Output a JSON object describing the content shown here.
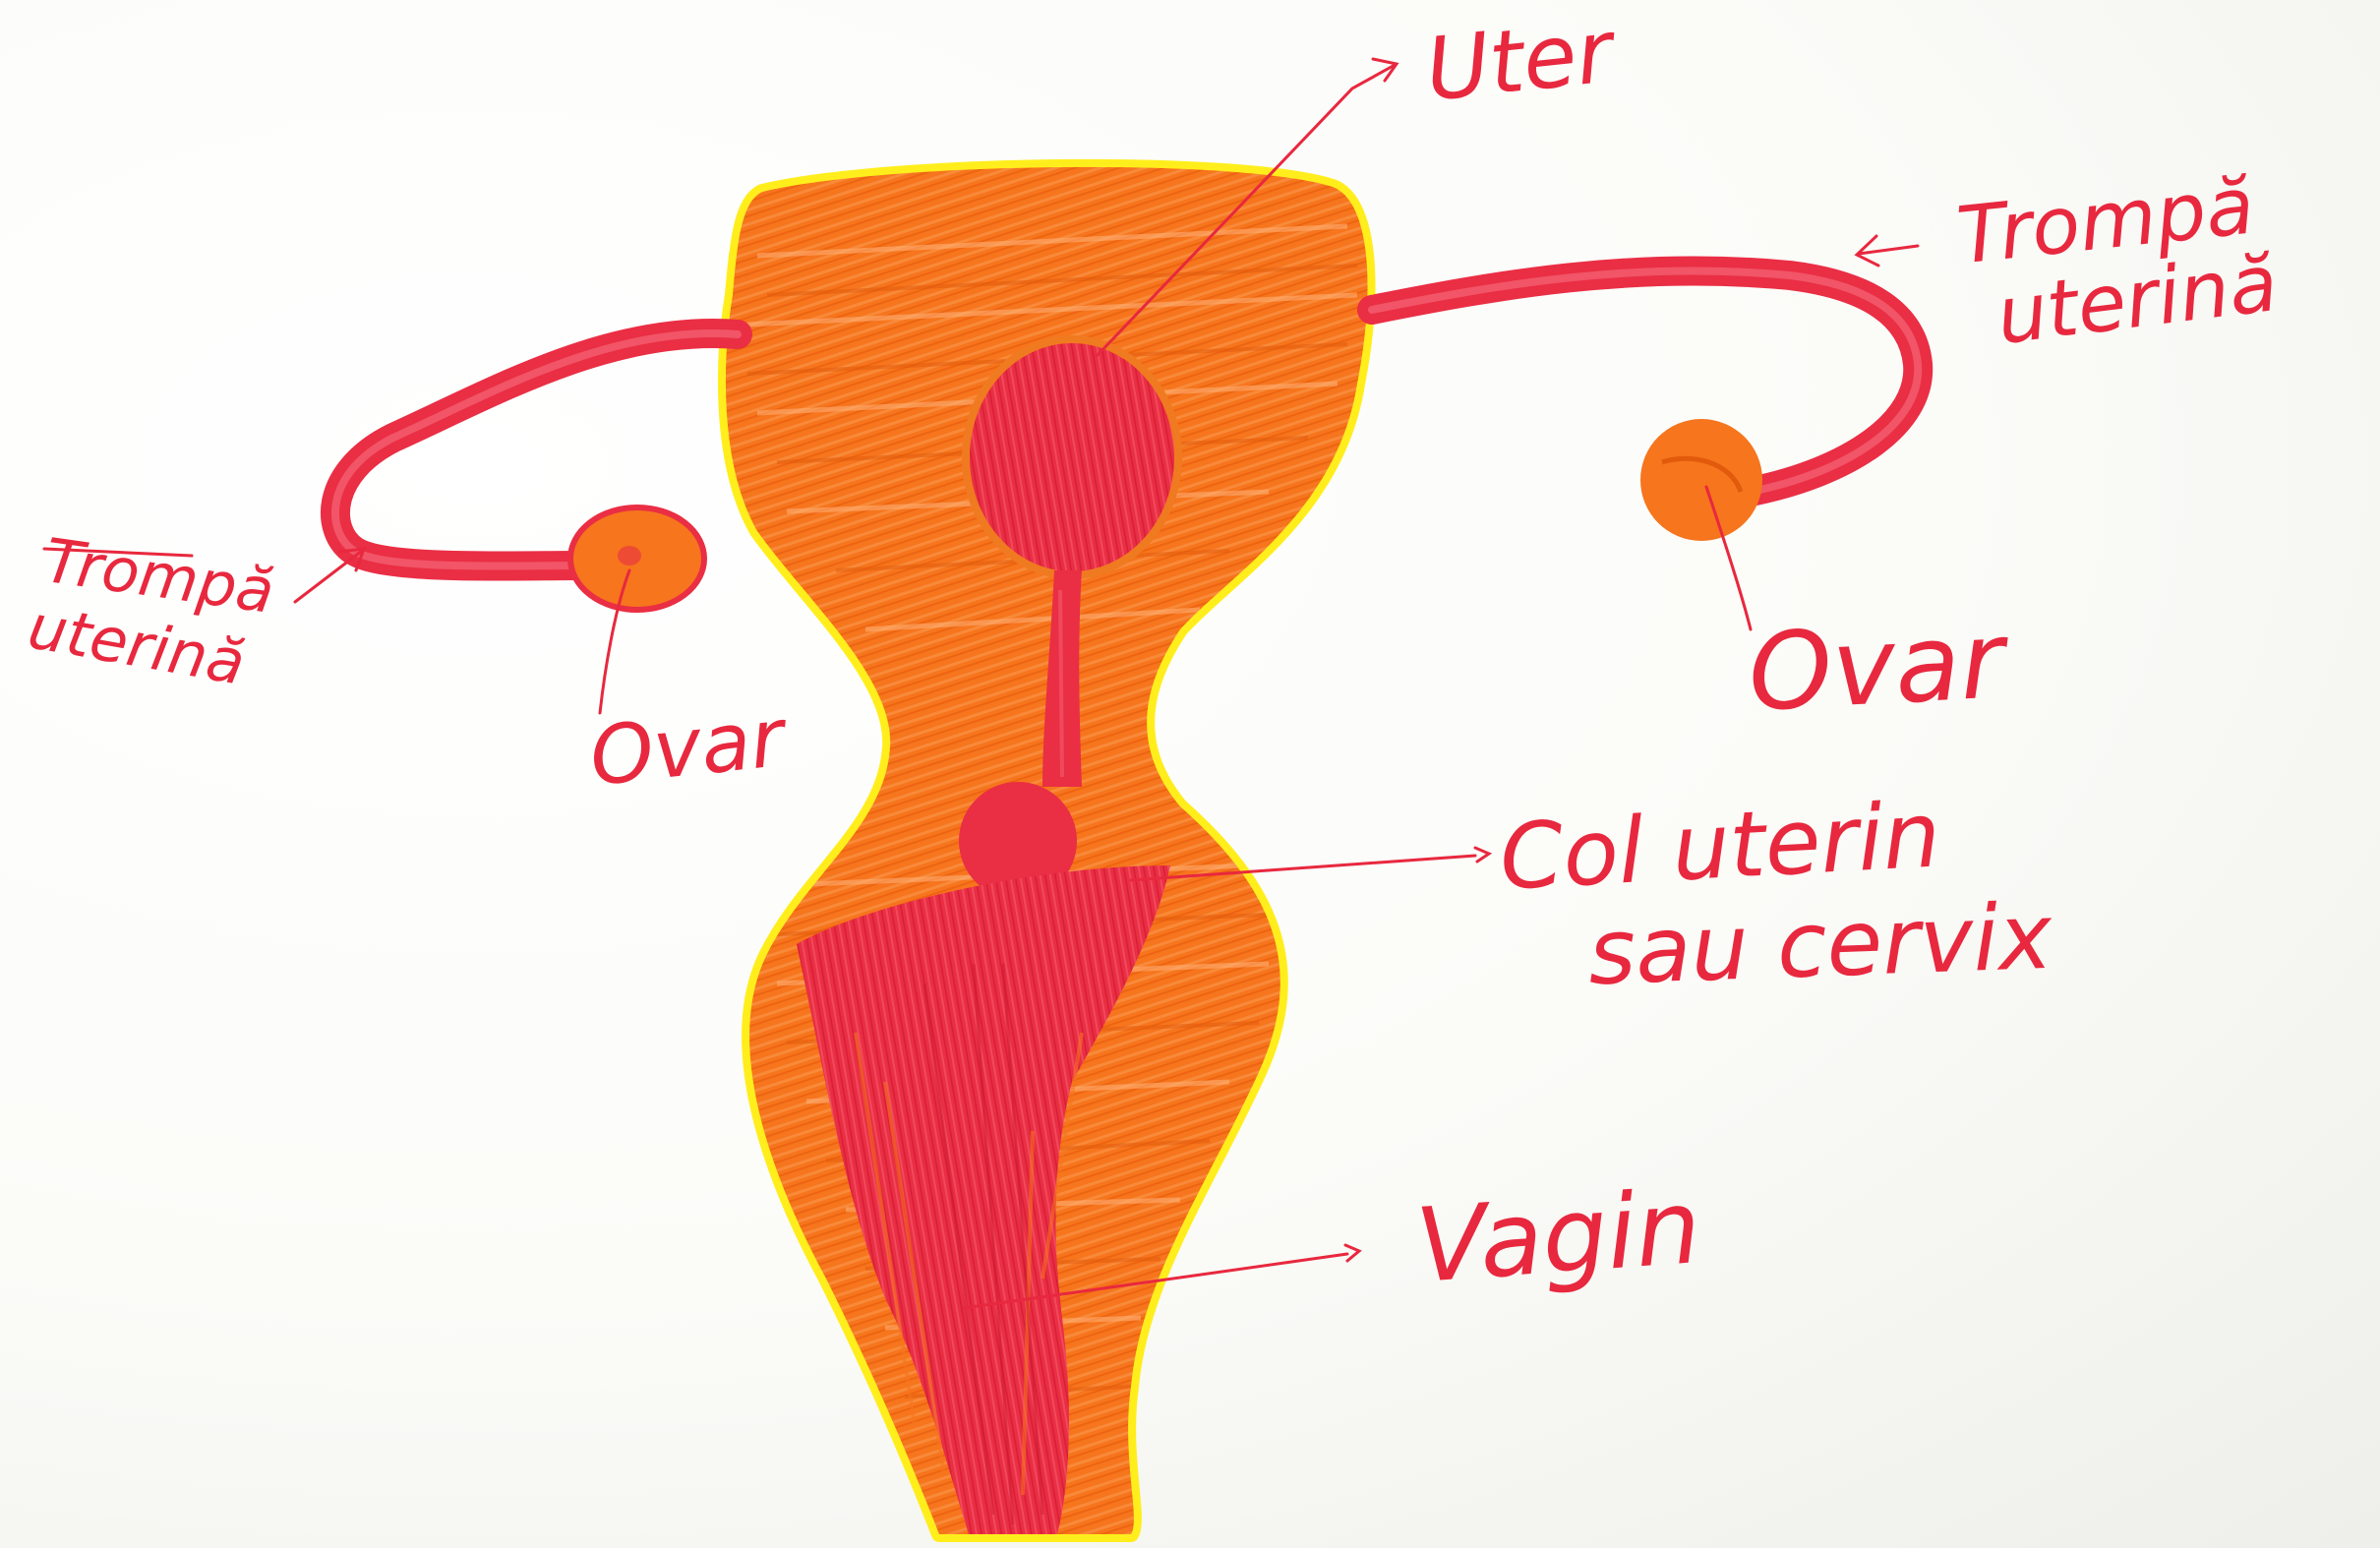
{
  "colors": {
    "paper": "#fbfbf9",
    "ink_red": "#e8283e",
    "marker_orange": "#f6751d",
    "marker_red": "#ea2e44",
    "outline_yellow": "#ffee1c"
  },
  "labels": {
    "uter": "Uter",
    "trompa_right_line1": "Trompă",
    "trompa_right_line2": "uterină",
    "trompa_left_line1": "Trompă",
    "trompa_left_line2": "uterină",
    "ovar_left": "Ovar",
    "ovar_right": "Ovar",
    "col_line1": "Col uterin",
    "col_line2": "sau cervix",
    "vagin": "Vagin"
  }
}
